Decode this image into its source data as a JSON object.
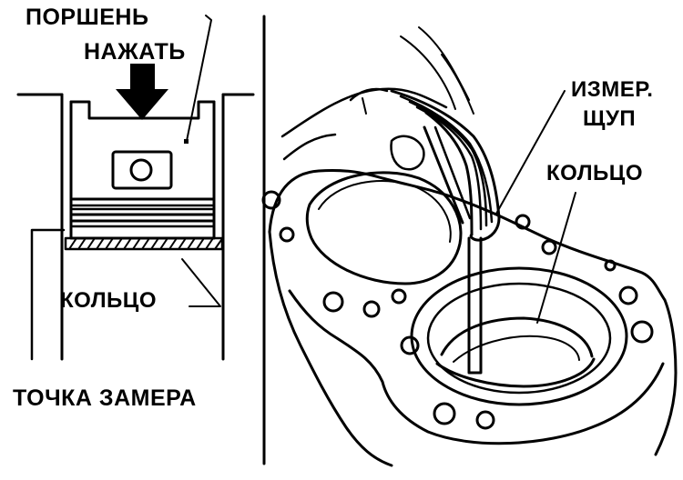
{
  "labels": {
    "piston": "ПОРШЕНЬ",
    "push": "НАЖАТЬ",
    "ring_left": "КОЛЬЦО",
    "measure_point": "ТОЧКА ЗАМЕРА",
    "feeler_gauge_line1": "ИЗМЕР.",
    "feeler_gauge_line2": "ЩУП",
    "ring_right": "КОЛЬЦО"
  },
  "colors": {
    "ink": "#000000",
    "paper": "#ffffff"
  }
}
